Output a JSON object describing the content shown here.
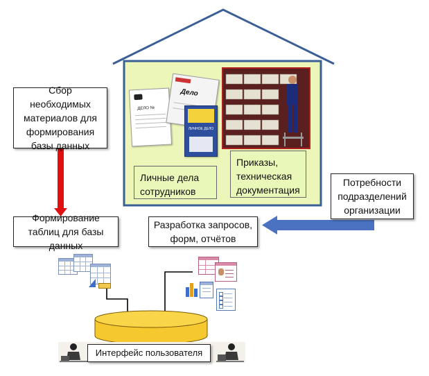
{
  "boxes": {
    "collect": "Сбор необходимых материалов для формирования базы данных",
    "tables": "Формирование таблиц для базы данных",
    "queries": "Разработка запросов, форм, отчётов",
    "needs": "Потребности подразделений организации",
    "interface": "Интерфейс пользователя"
  },
  "house": {
    "personal_files": "Личные дела сотрудников",
    "orders": "Приказы, техническая документация"
  },
  "docs": {
    "delo_no": "ДЕЛО №",
    "delo": "Дело",
    "lichnoe_delo": "ЛИЧНОЕ ДЕЛО"
  },
  "colors": {
    "house_fill": "#ecf6b8",
    "house_roof": "#3a5f95",
    "db_cylinder": "#f5c830",
    "red_arrow": "#e01010",
    "blue_arrow": "#4a72c0"
  }
}
